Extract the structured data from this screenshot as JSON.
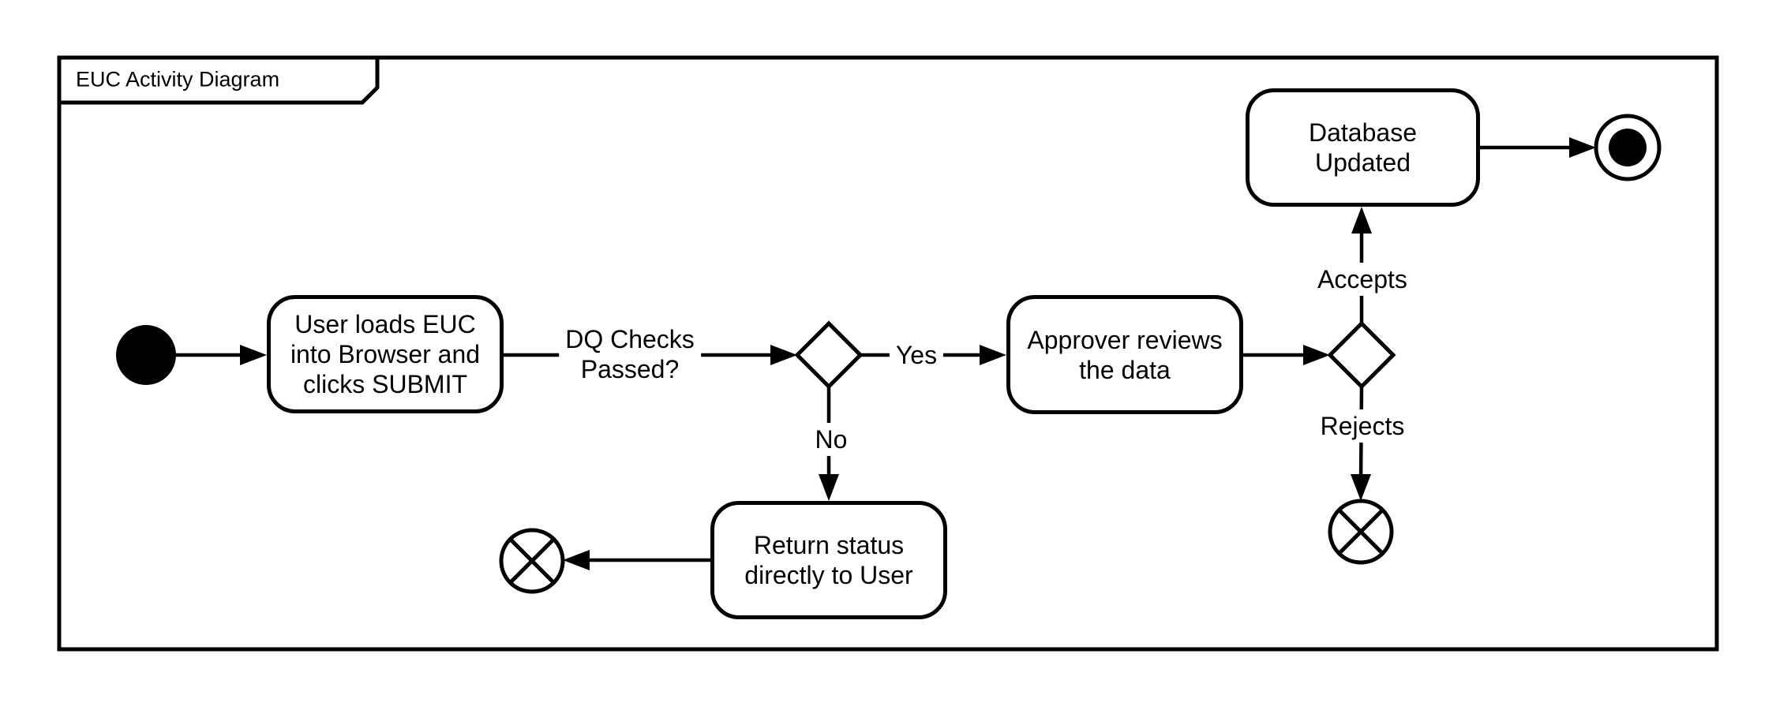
{
  "frame": {
    "title": "EUC Activity Diagram"
  },
  "nodes": {
    "user_loads": {
      "label": "User loads EUC\ninto Browser and\nclicks SUBMIT"
    },
    "approver_reviews": {
      "label": "Approver reviews\nthe data"
    },
    "database_updated": {
      "label": "Database\nUpdated"
    },
    "return_status": {
      "label": "Return status\ndirectly to User"
    }
  },
  "edges": {
    "dq_checks": {
      "label": "DQ Checks\nPassed?"
    },
    "yes": {
      "label": "Yes"
    },
    "no": {
      "label": "No"
    },
    "accepts": {
      "label": "Accepts"
    },
    "rejects": {
      "label": "Rejects"
    }
  },
  "colors": {
    "stroke": "#000000",
    "background": "#ffffff"
  }
}
